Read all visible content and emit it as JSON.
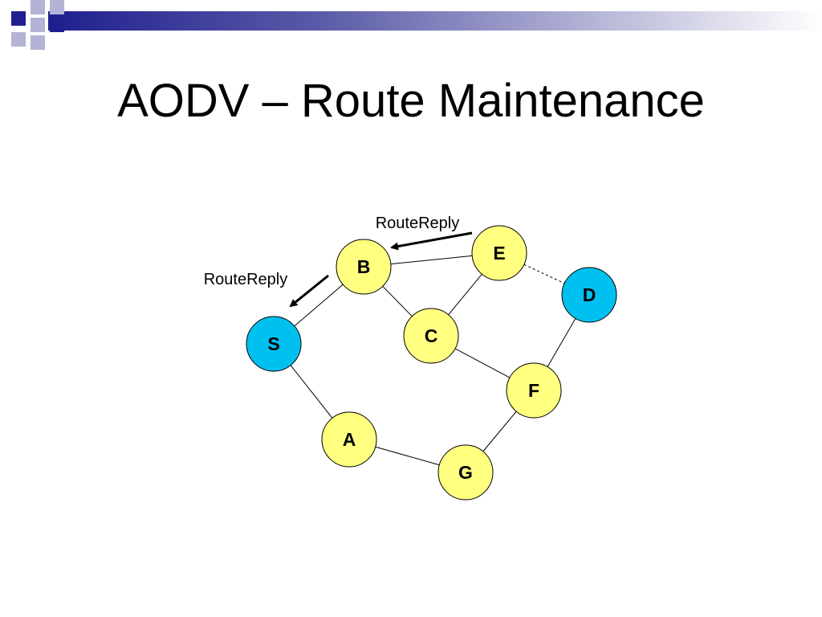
{
  "slide": {
    "title": "AODV – Route Maintenance"
  },
  "diagram": {
    "colors": {
      "node_fill": "#ffff80",
      "endpoint_fill": "#00c0f0",
      "outline": "#000000",
      "deco_navy": "#1f1f8f",
      "deco_light": "#b3b3d6"
    },
    "nodes": [
      {
        "id": "S",
        "label": "S",
        "role": "endpoint"
      },
      {
        "id": "B",
        "label": "B",
        "role": "node"
      },
      {
        "id": "C",
        "label": "C",
        "role": "node"
      },
      {
        "id": "E",
        "label": "E",
        "role": "node"
      },
      {
        "id": "D",
        "label": "D",
        "role": "endpoint"
      },
      {
        "id": "F",
        "label": "F",
        "role": "node"
      },
      {
        "id": "A",
        "label": "A",
        "role": "node"
      },
      {
        "id": "G",
        "label": "G",
        "role": "node"
      }
    ],
    "links": [
      {
        "from": "S",
        "to": "B",
        "style": "solid"
      },
      {
        "from": "S",
        "to": "A",
        "style": "solid"
      },
      {
        "from": "B",
        "to": "C",
        "style": "solid"
      },
      {
        "from": "B",
        "to": "E",
        "style": "solid"
      },
      {
        "from": "C",
        "to": "E",
        "style": "solid"
      },
      {
        "from": "C",
        "to": "F",
        "style": "solid"
      },
      {
        "from": "E",
        "to": "D",
        "style": "dashed"
      },
      {
        "from": "D",
        "to": "F",
        "style": "solid"
      },
      {
        "from": "F",
        "to": "G",
        "style": "solid"
      },
      {
        "from": "A",
        "to": "G",
        "style": "solid"
      }
    ],
    "messages": [
      {
        "label": "RouteReply",
        "from": "E",
        "to": "B"
      },
      {
        "label": "RouteReply",
        "from": "B",
        "to": "S"
      }
    ]
  }
}
